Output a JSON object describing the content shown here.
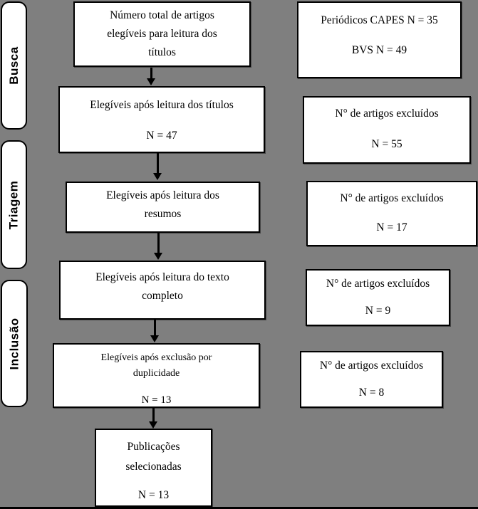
{
  "stages": [
    {
      "label": "Busca"
    },
    {
      "label": "Triagem"
    },
    {
      "label": "Inclusão"
    }
  ],
  "flow": [
    {
      "lines": [
        "Número total de artigos",
        "elegíveis para leitura dos",
        "títulos"
      ]
    },
    {
      "lines": [
        "Elegíveis após leitura dos títulos"
      ],
      "n": "N = 47"
    },
    {
      "lines": [
        "Elegíveis após leitura dos",
        "resumos"
      ]
    },
    {
      "lines": [
        "Elegíveis após leitura do texto",
        "completo"
      ]
    },
    {
      "lines": [
        "Elegíveis após exclusão por",
        "duplicidade"
      ],
      "n": "N = 13"
    },
    {
      "lines": [
        "Publicações",
        "selecionadas"
      ],
      "n": "N = 13"
    }
  ],
  "side": [
    {
      "lines": [
        "Periódicos CAPES N = 35"
      ],
      "n": "BVS N = 49"
    },
    {
      "lines": [
        "N° de artigos excluídos"
      ],
      "n": "N = 55"
    },
    {
      "lines": [
        "N° de artigos excluídos"
      ],
      "n": "N = 17"
    },
    {
      "lines": [
        "N° de artigos excluídos"
      ],
      "n": "N = 9"
    },
    {
      "lines": [
        "N° de artigos excluídos"
      ],
      "n": "N = 8"
    }
  ],
  "colors": {
    "background": "#7f7f7f",
    "box_fill": "#ffffff",
    "box_border": "#000000",
    "text": "#000000"
  }
}
